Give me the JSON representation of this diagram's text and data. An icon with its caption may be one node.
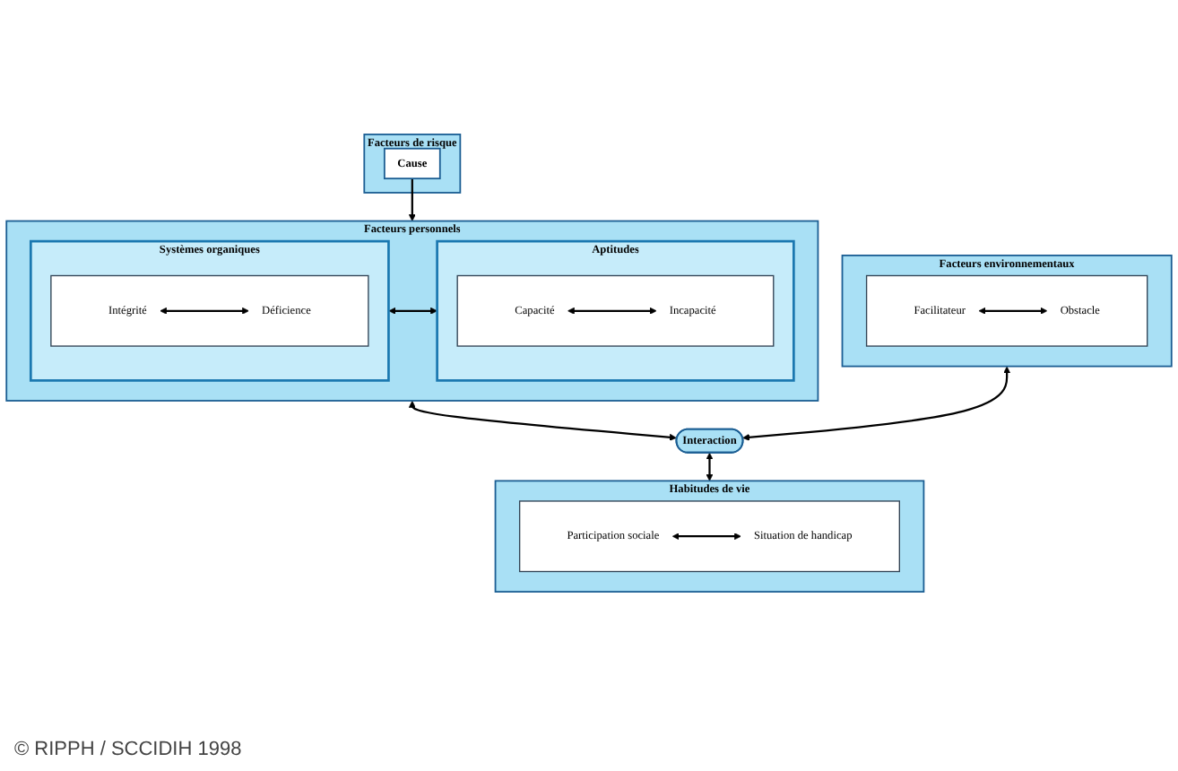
{
  "diagram": {
    "nodes": [
      {
        "text": [
          "Facteurs de risque"
        ]
      },
      {
        "text": [
          "Cause"
        ],
        "in": 0
      },
      {
        "text": [
          "Facteurs personnels"
        ]
      },
      {
        "text": [
          "Systèmes organiques"
        ],
        "in": 2
      },
      {
        "text": [],
        "shape": "box",
        "in": 3
      },
      {
        "text": [
          "Intégrité"
        ],
        "in": 4
      },
      {
        "text": [
          "Déficience"
        ],
        "in": 4
      },
      {
        "text": [
          "Aptitudes"
        ],
        "in": 2
      },
      {
        "text": [],
        "shape": "box",
        "in": 7
      },
      {
        "text": [
          "Capacité"
        ],
        "in": 8
      },
      {
        "text": [
          "Incapacité"
        ],
        "in": 8
      },
      {
        "text": [
          "Facteurs environnementaux"
        ]
      },
      {
        "text": [],
        "shape": "box",
        "in": 11
      },
      {
        "text": [
          "Facilitateur"
        ],
        "in": 12
      },
      {
        "text": [
          "Obstacle"
        ],
        "in": 12
      },
      {
        "text": [
          "Interaction"
        ]
      },
      {
        "text": [
          "Habitudes de vie"
        ]
      },
      {
        "text": [],
        "shape": "box",
        "in": 16
      },
      {
        "text": [
          "Participation sociale"
        ],
        "in": 17
      },
      {
        "text": [
          "Situation de handicap"
        ],
        "in": 17
      }
    ],
    "edges": [
      {
        "from": 1,
        "to": 2,
        "arrow": "to"
      },
      {
        "from": 3,
        "to": 7,
        "arrow": "both"
      },
      {
        "from": 5,
        "to": 6,
        "arrow": "both"
      },
      {
        "from": 9,
        "to": 10,
        "arrow": "both"
      },
      {
        "from": 13,
        "to": 14,
        "arrow": "both"
      },
      {
        "from": 2,
        "to": 15,
        "arrow": "both"
      },
      {
        "from": 11,
        "to": 15,
        "arrow": "both"
      },
      {
        "from": 15,
        "to": 16,
        "arrow": "both"
      },
      {
        "from": 18,
        "to": 19,
        "arrow": "both"
      }
    ],
    "labels": [
      "© RIPPH / SCCIDIH 1998"
    ]
  }
}
